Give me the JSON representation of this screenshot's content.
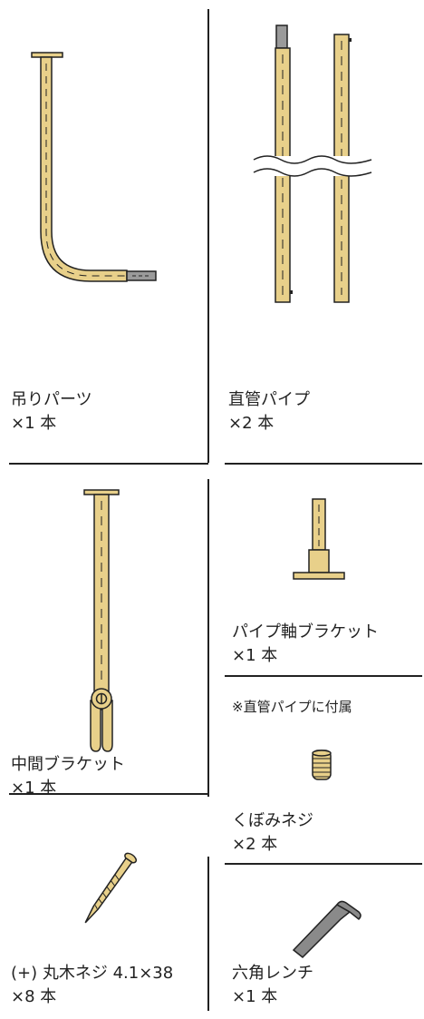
{
  "parts": {
    "hanging_part": {
      "name": "吊りパーツ",
      "qty": "×1 本"
    },
    "straight_pipe": {
      "name": "直管パイプ",
      "qty": "×2 本"
    },
    "middle_bracket": {
      "name": "中間ブラケット",
      "qty": "×1 本"
    },
    "pipe_axis_bracket": {
      "name": "パイプ軸ブラケット",
      "qty": "×1 本"
    },
    "recess_screw": {
      "note": "※直管パイプに付属",
      "name": "くぼみネジ",
      "qty": "×2 本"
    },
    "wood_screw": {
      "name": "(+) 丸木ネジ 4.1×38",
      "qty": "×8 本"
    },
    "hex_wrench": {
      "name": "六角レンチ",
      "qty": "×1 本"
    }
  },
  "colors": {
    "pipe_fill": "#E8D08A",
    "metal_fill": "#9A9A9A",
    "outline": "#222222"
  }
}
